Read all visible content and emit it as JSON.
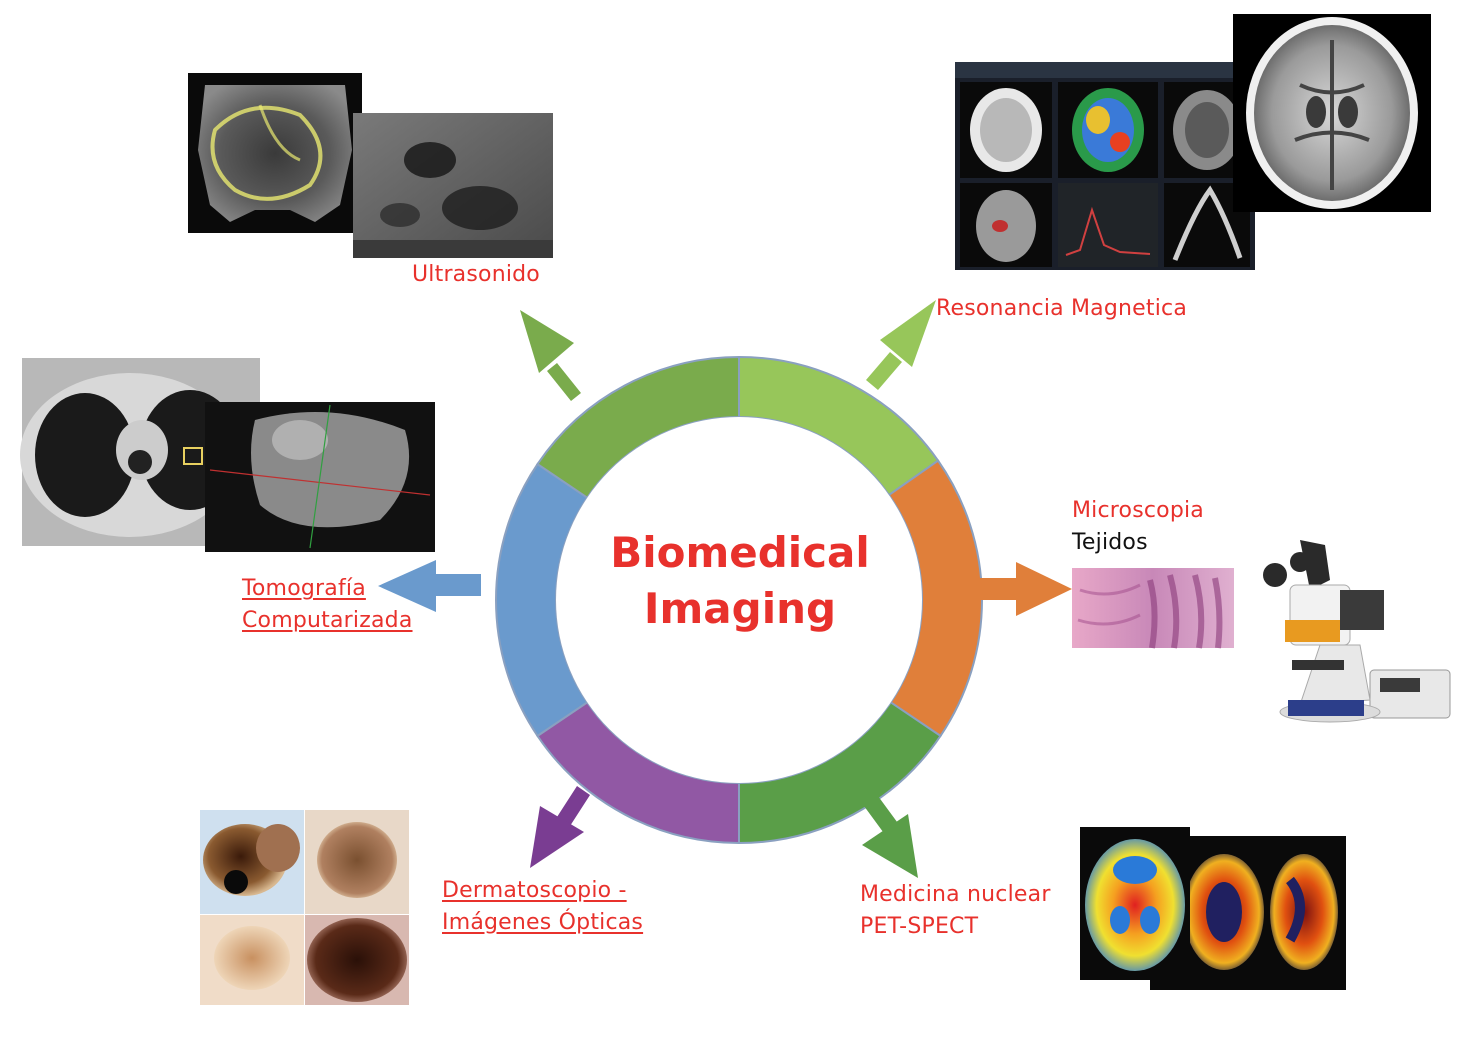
{
  "center_title": [
    "Biomedical",
    "Imaging"
  ],
  "colors": {
    "label_red": "#e8312c",
    "segment_green_dark": "#7aab4c",
    "segment_green_light": "#97c65a",
    "segment_orange": "#e07f3a",
    "segment_green_mid": "#5a9e48",
    "segment_purple": "#9158a4",
    "segment_blue": "#6a9acd"
  },
  "modalities": {
    "ultrasound": {
      "label": "Ultrasonido",
      "icon": "ultrasound-image"
    },
    "mri": {
      "label": "Resonancia Magnetica",
      "icon": "mri-brain-image"
    },
    "microscopy": {
      "label": "Microscopia",
      "sublabel": "Tejidos",
      "icon": "microscope-image"
    },
    "nuclear": {
      "label_line1": "Medicina nuclear",
      "label_line2": "PET-SPECT",
      "icon": "pet-scan-image"
    },
    "dermatoscopy": {
      "label_line1": "Dermatoscopio -",
      "label_line2": "Imágenes Ópticas",
      "icon": "skin-lesion-image"
    },
    "ct": {
      "label_line1": "Tomografía",
      "label_line2": "Computarizada",
      "icon": "ct-scan-image"
    }
  }
}
